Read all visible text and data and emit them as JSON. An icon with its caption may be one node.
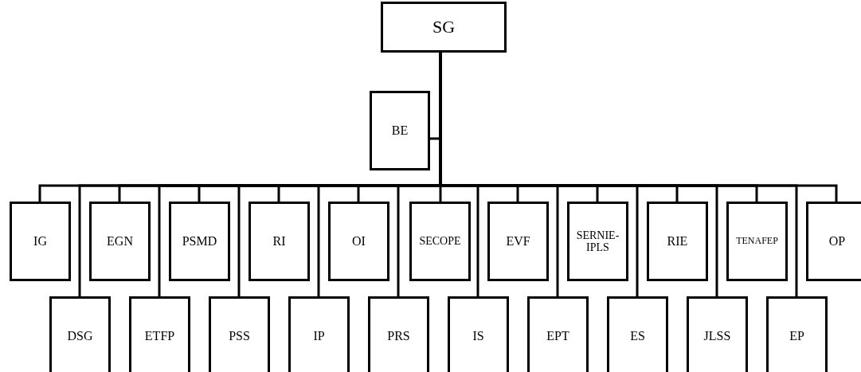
{
  "diagram": {
    "nodes": [
      {
        "text": [
          "SG"
        ]
      },
      {
        "text": [
          "BE"
        ]
      },
      {
        "text": [
          "IG"
        ]
      },
      {
        "text": [
          "EGN"
        ]
      },
      {
        "text": [
          "PSMD"
        ]
      },
      {
        "text": [
          "RI"
        ]
      },
      {
        "text": [
          "OI"
        ]
      },
      {
        "text": [
          "SECOPE"
        ]
      },
      {
        "text": [
          "EVF"
        ]
      },
      {
        "text": [
          "SERNIE-IPLS"
        ]
      },
      {
        "text": [
          "RIE"
        ]
      },
      {
        "text": [
          "TENAFEP"
        ]
      },
      {
        "text": [
          "OP"
        ]
      },
      {
        "text": [
          "DSG"
        ]
      },
      {
        "text": [
          "ETFP"
        ]
      },
      {
        "text": [
          "PSS"
        ]
      },
      {
        "text": [
          "IP"
        ]
      },
      {
        "text": [
          "PRS"
        ]
      },
      {
        "text": [
          "IS"
        ]
      },
      {
        "text": [
          "EPT"
        ]
      },
      {
        "text": [
          "ES"
        ]
      },
      {
        "text": [
          "JLSS"
        ]
      },
      {
        "text": [
          "EP"
        ]
      }
    ],
    "edges": [
      {
        "from": 0,
        "to": 1,
        "arrow": "none"
      },
      {
        "from": 0,
        "to": 2,
        "arrow": "none"
      },
      {
        "from": 0,
        "to": 3,
        "arrow": "none"
      },
      {
        "from": 0,
        "to": 4,
        "arrow": "none"
      },
      {
        "from": 0,
        "to": 5,
        "arrow": "none"
      },
      {
        "from": 0,
        "to": 6,
        "arrow": "none"
      },
      {
        "from": 0,
        "to": 7,
        "arrow": "none"
      },
      {
        "from": 0,
        "to": 8,
        "arrow": "none"
      },
      {
        "from": 0,
        "to": 9,
        "arrow": "none"
      },
      {
        "from": 0,
        "to": 10,
        "arrow": "none"
      },
      {
        "from": 0,
        "to": 11,
        "arrow": "none"
      },
      {
        "from": 0,
        "to": 12,
        "arrow": "none"
      },
      {
        "from": 0,
        "to": 13,
        "arrow": "none"
      },
      {
        "from": 0,
        "to": 14,
        "arrow": "none"
      },
      {
        "from": 0,
        "to": 15,
        "arrow": "none"
      },
      {
        "from": 0,
        "to": 16,
        "arrow": "none"
      },
      {
        "from": 0,
        "to": 17,
        "arrow": "none"
      },
      {
        "from": 0,
        "to": 18,
        "arrow": "none"
      },
      {
        "from": 0,
        "to": 19,
        "arrow": "none"
      },
      {
        "from": 0,
        "to": 20,
        "arrow": "none"
      },
      {
        "from": 0,
        "to": 21,
        "arrow": "none"
      },
      {
        "from": 0,
        "to": 22,
        "arrow": "none"
      }
    ]
  }
}
